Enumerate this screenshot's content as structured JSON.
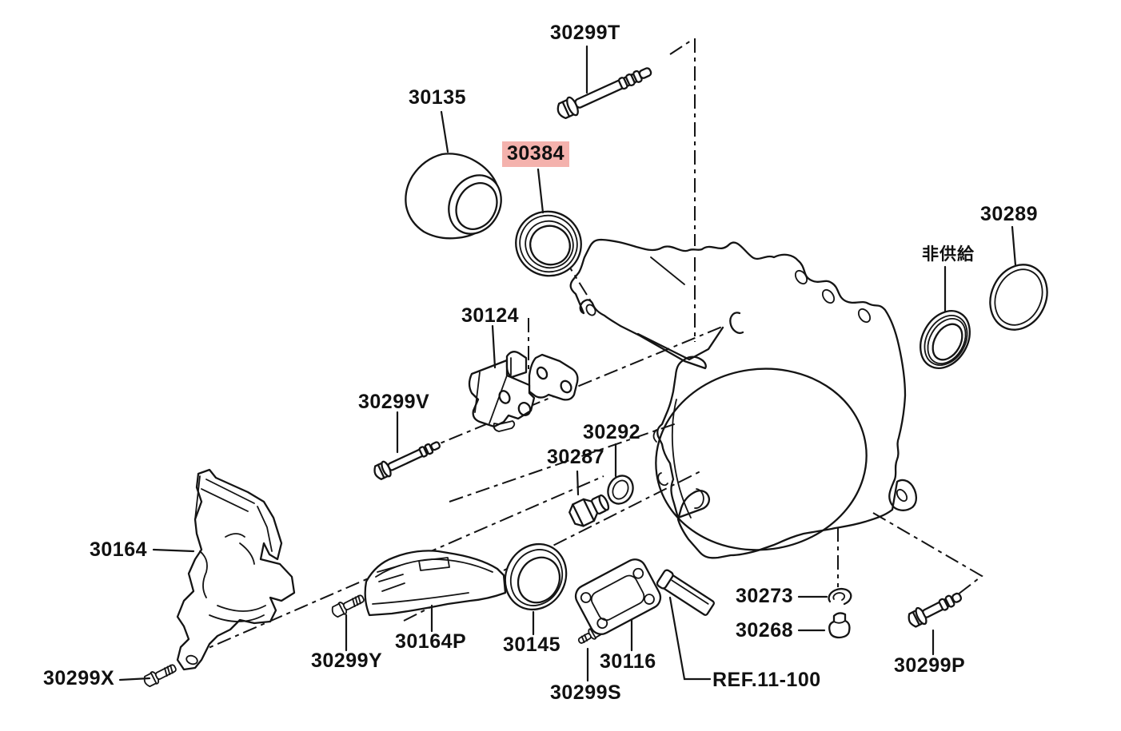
{
  "diagram": {
    "background_color": "#ffffff",
    "line_color": "#141414",
    "highlight_color": "#f4b2ad",
    "parts": [
      {
        "id": "30299T",
        "label": "30299T",
        "highlighted": false
      },
      {
        "id": "30135",
        "label": "30135",
        "highlighted": false
      },
      {
        "id": "30384",
        "label": "30384",
        "highlighted": true
      },
      {
        "id": "30289",
        "label": "30289",
        "highlighted": false
      },
      {
        "id": "not-supplied",
        "label": "非供給",
        "highlighted": false
      },
      {
        "id": "30124",
        "label": "30124",
        "highlighted": false
      },
      {
        "id": "30299V",
        "label": "30299V",
        "highlighted": false
      },
      {
        "id": "30292",
        "label": "30292",
        "highlighted": false
      },
      {
        "id": "30287",
        "label": "30287",
        "highlighted": false
      },
      {
        "id": "30164",
        "label": "30164",
        "highlighted": false
      },
      {
        "id": "30299X",
        "label": "30299X",
        "highlighted": false
      },
      {
        "id": "30299Y",
        "label": "30299Y",
        "highlighted": false
      },
      {
        "id": "30164P",
        "label": "30164P",
        "highlighted": false
      },
      {
        "id": "30145",
        "label": "30145",
        "highlighted": false
      },
      {
        "id": "30299S",
        "label": "30299S",
        "highlighted": false
      },
      {
        "id": "30116",
        "label": "30116",
        "highlighted": false
      },
      {
        "id": "ref-11-100",
        "label": "REF.11-100",
        "highlighted": false
      },
      {
        "id": "30273",
        "label": "30273",
        "highlighted": false
      },
      {
        "id": "30268",
        "label": "30268",
        "highlighted": false
      },
      {
        "id": "30299P",
        "label": "30299P",
        "highlighted": false
      }
    ]
  }
}
